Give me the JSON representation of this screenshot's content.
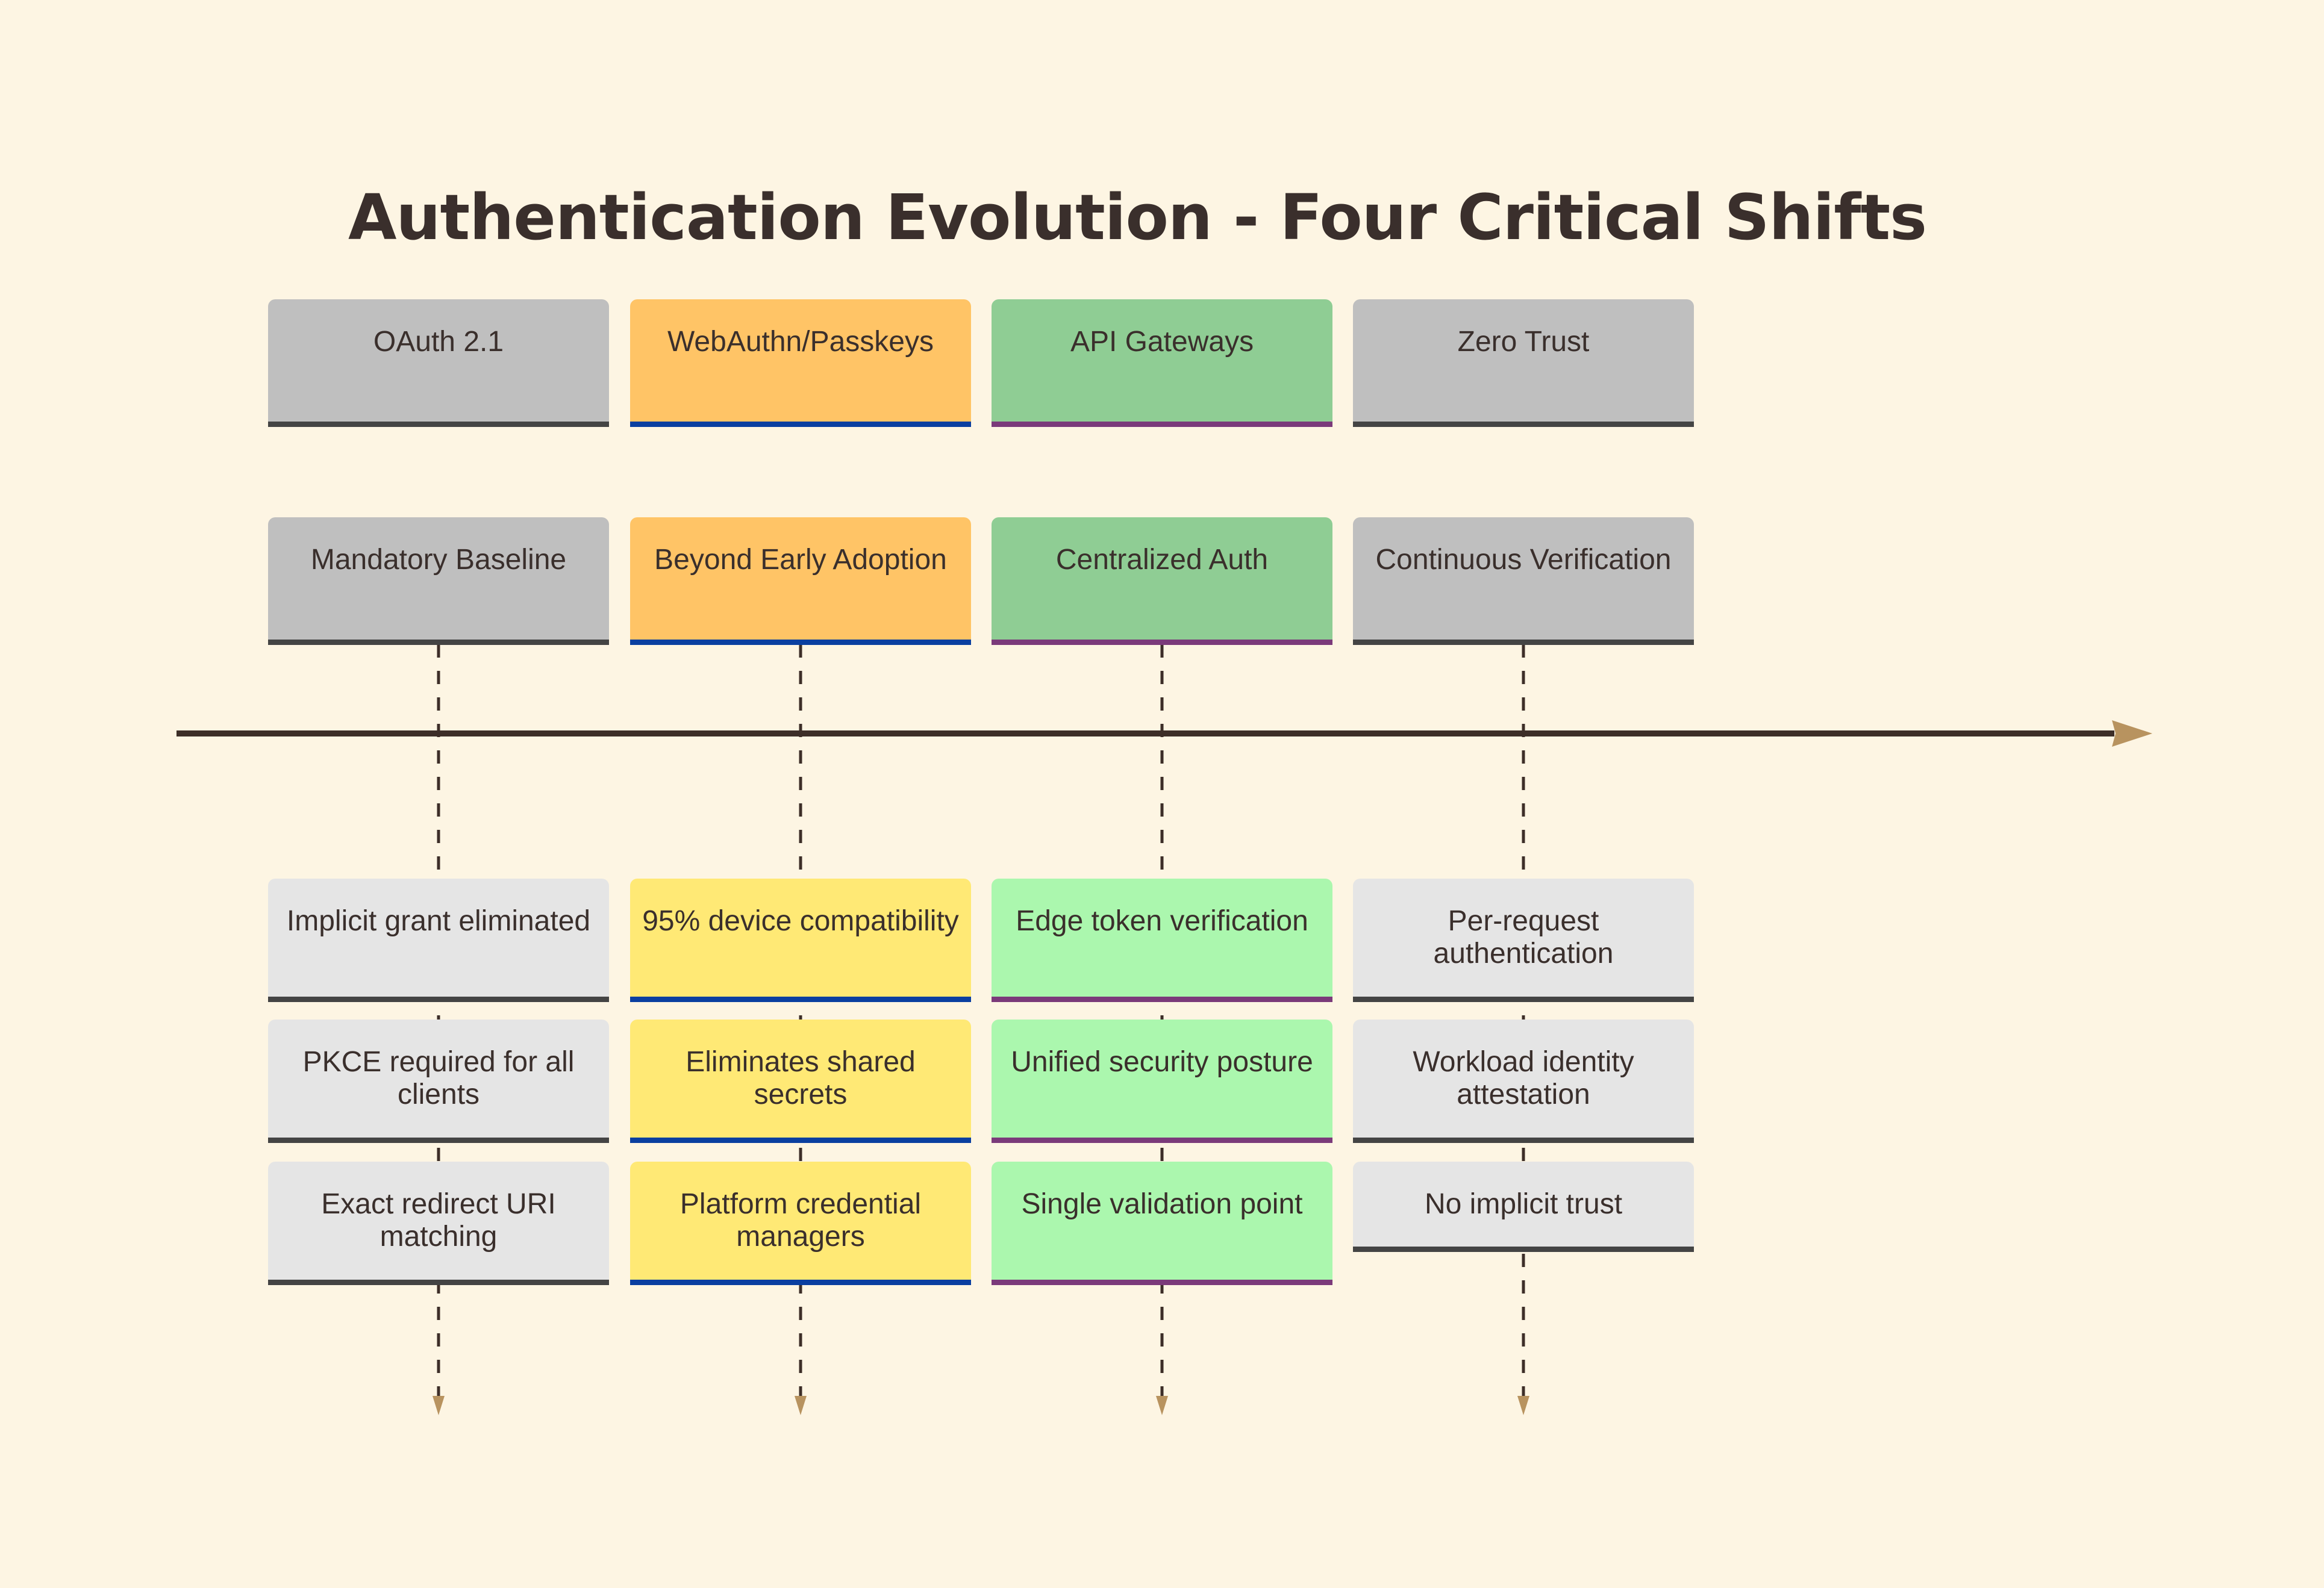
{
  "title": "Authentication Evolution - Four Critical Shifts",
  "colors": {
    "background": "#fdf5e3",
    "timeline": "#3d2e28",
    "arrowhead": "#b8935f"
  },
  "columns": [
    {
      "name": "OAuth 2.1",
      "milestone": "Mandatory Baseline",
      "header_color": "#bfbfbf",
      "detail_color": "#e5e5e5",
      "border_color": "#444444",
      "details": [
        "Implicit grant eliminated",
        "PKCE required for all clients",
        "Exact redirect URI matching"
      ]
    },
    {
      "name": "WebAuthn/Passkeys",
      "milestone": "Beyond Early Adoption",
      "header_color": "#ffc466",
      "detail_color": "#ffe975",
      "border_color": "#0a3fa0",
      "details": [
        "95% device compatibility",
        "Eliminates shared secrets",
        "Platform credential managers"
      ]
    },
    {
      "name": "API Gateways",
      "milestone": "Centralized Auth",
      "header_color": "#8fcd94",
      "detail_color": "#abf7ae",
      "border_color": "#7b3a7a",
      "details": [
        "Edge token verification",
        "Unified security posture",
        "Single validation point"
      ]
    },
    {
      "name": "Zero Trust",
      "milestone": "Continuous Verification",
      "header_color": "#bfbfbf",
      "detail_color": "#e5e5e5",
      "border_color": "#444444",
      "details": [
        "Per-request authentication",
        "Workload identity attestation",
        "No implicit trust"
      ]
    }
  ]
}
